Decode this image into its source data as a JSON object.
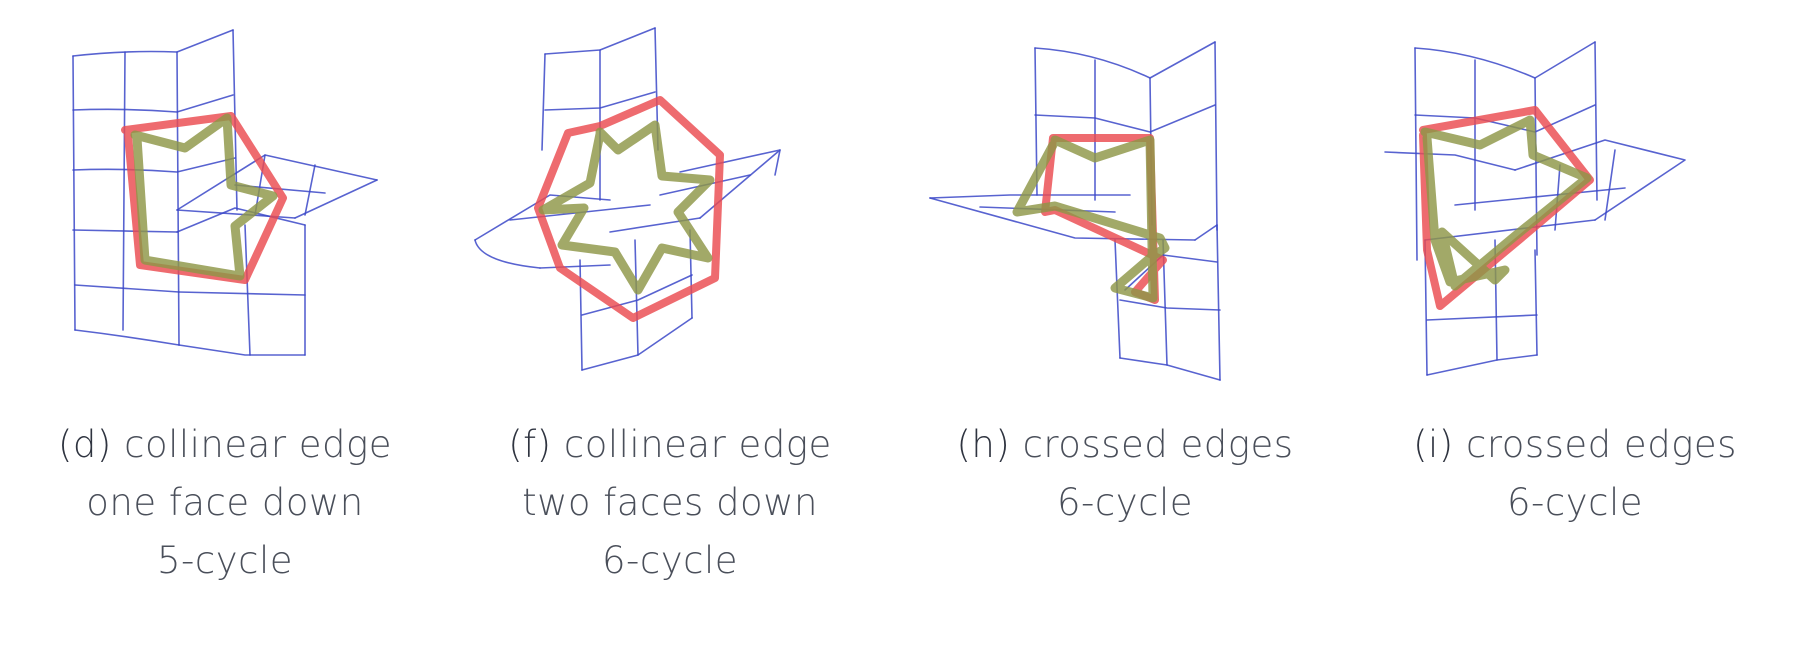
{
  "panels": [
    {
      "letter": "(d)",
      "line1": "collinear edge",
      "line2": "one face down",
      "line3": "5-cycle"
    },
    {
      "letter": "(f)",
      "line1": "collinear edge",
      "line2": "two faces down",
      "line3": "6-cycle"
    },
    {
      "letter": "(h)",
      "line1": "crossed edges",
      "line2": "6-cycle",
      "line3": ""
    },
    {
      "letter": "(i)",
      "line1": "crossed edges",
      "line2": "6-cycle",
      "line3": ""
    }
  ],
  "colors": {
    "grid": "#3b48c8",
    "cycle_outer": "#ea4a4f",
    "cycle_inner": "#8e9647",
    "caption": "#4a4f5a"
  }
}
